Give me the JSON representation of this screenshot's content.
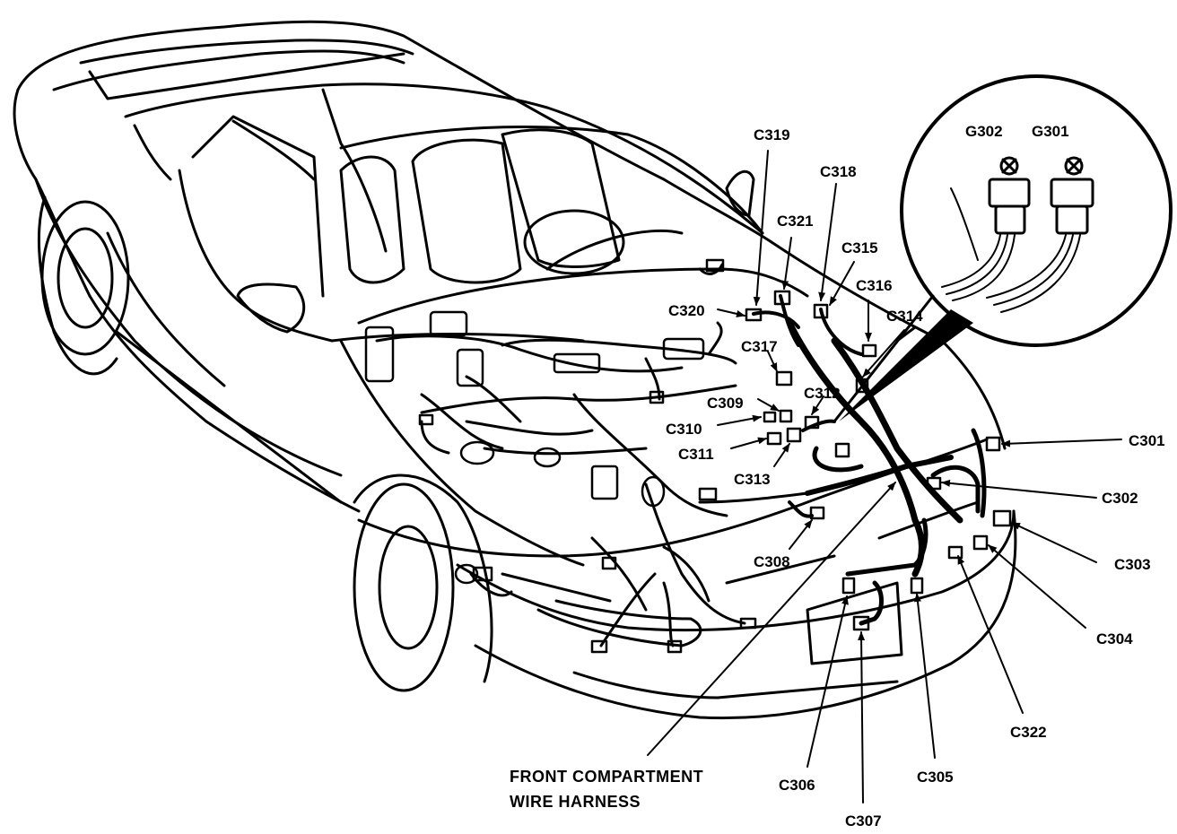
{
  "caption": {
    "line1": "FRONT COMPARTMENT",
    "line2": "WIRE HARNESS"
  },
  "inset_labels": {
    "g302": "G302",
    "g301": "G301"
  },
  "connectors": {
    "c319": "C319",
    "c318": "C318",
    "c321": "C321",
    "c315": "C315",
    "c316": "C316",
    "c320": "C320",
    "c314": "C314",
    "c317": "C317",
    "c312": "C312",
    "c309": "C309",
    "c310": "C310",
    "c311": "C311",
    "c313": "C313",
    "c308": "C308",
    "c301": "C301",
    "c302": "C302",
    "c303": "C303",
    "c304": "C304",
    "c322": "C322",
    "c306": "C306",
    "c305": "C305",
    "c307": "C307"
  }
}
